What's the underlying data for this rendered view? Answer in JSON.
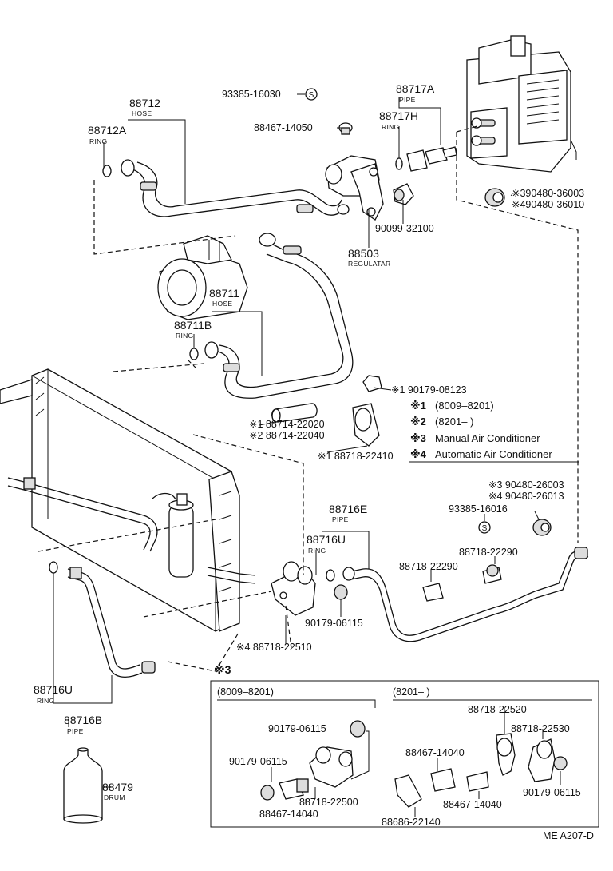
{
  "labels": {
    "p93385_16030": "93385-16030",
    "p88467_14050": "88467-14050",
    "p88717A": "88717A",
    "pipe_a": "PIPE",
    "p88717H": "88717H",
    "ring_h": "RING",
    "p88712": "88712",
    "hose_12": "HOSE",
    "p88712A": "88712A",
    "ring_12a": "RING",
    "p90099_32100": "90099-32100",
    "p88503": "88503",
    "regulatar": "REGULATAR",
    "p90480_36003": "※390480-36003",
    "p90480_36010": "※490480-36010",
    "p88711": "88711",
    "hose_11": "HOSE",
    "p88711B": "88711B",
    "ring_11b": "RING",
    "p90179_08123": "※1 90179-08123",
    "p88714_22020": "※1 88714-22020",
    "p88714_22040": "※2 88714-22040",
    "p88718_22410": "※1 88718-22410",
    "p90480_26003": "※3 90480-26003",
    "p90480_26013": "※4 90480-26013",
    "p93385_16016": "93385-16016",
    "p88716E": "88716E",
    "pipe_e": "PIPE",
    "p88716U_top": "88716U",
    "ring_u_top": "RING",
    "p88718_22290_a": "88718-22290",
    "p88718_22290_b": "88718-22290",
    "p90179_06115": "90179-06115",
    "p88718_22510": "※4 88718-22510",
    "p88716U": "88716U",
    "ring_u": "RING",
    "p88716B": "88716B",
    "pipe_b": "PIPE",
    "p88479": "88479",
    "drum": "DRUM",
    "s_mark": "S",
    "ref_code": "ME A207-D"
  },
  "legend": {
    "l1_mark": "※1",
    "l1_text": "(8009–8201)",
    "l2_mark": "※2",
    "l2_text": "(8201–          )",
    "l3_mark": "※3",
    "l3_text": "Manual Air Conditioner",
    "l4_mark": "※4",
    "l4_text": "Automatic Air Conditioner"
  },
  "inset": {
    "mark": "※3",
    "left_range": "(8009–8201)",
    "right_range": "(8201–          )",
    "l_90179_06115_a": "90179-06115",
    "l_90179_06115_b": "90179-06115",
    "l_88718_22500": "88718-22500",
    "l_88467_14040_a": "88467-14040",
    "l_88718_22520": "88718-22520",
    "l_88718_22530": "88718-22530",
    "l_88467_14040_b": "88467-14040",
    "l_88467_14040_c": "88467-14040",
    "l_88686_22140": "88686-22140",
    "l_90179_06115_c": "90179-06115"
  }
}
